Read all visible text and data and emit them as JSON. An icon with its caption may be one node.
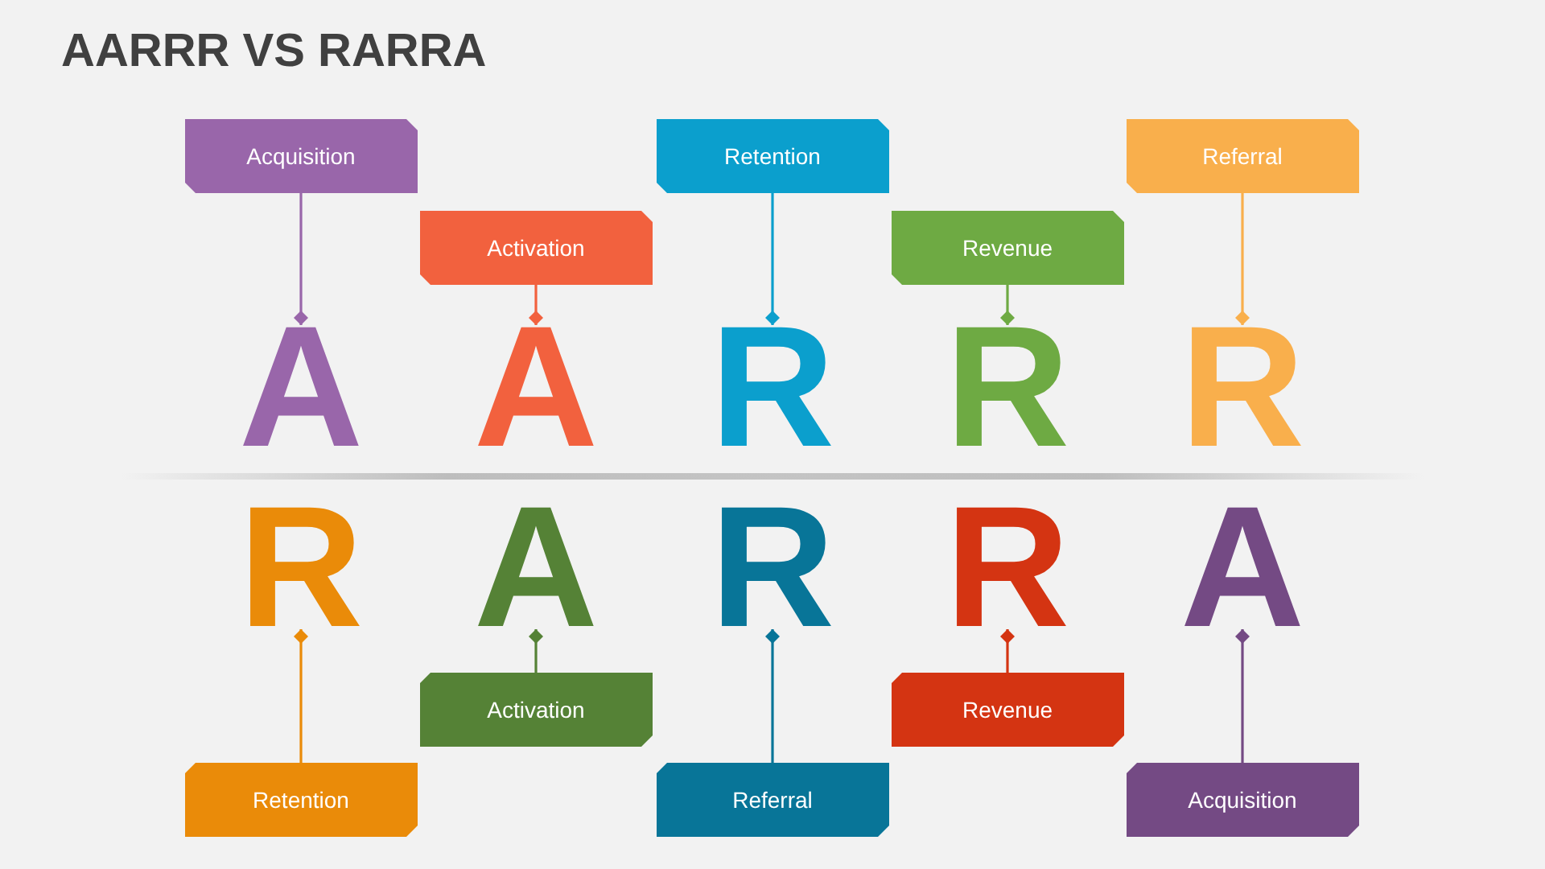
{
  "diagram": {
    "title": "AARRR VS RARRA",
    "nodes": [
      {
        "text": [
          "Acquisition"
        ]
      },
      {
        "text": [
          "Activation"
        ]
      },
      {
        "text": [
          "Retention"
        ]
      },
      {
        "text": [
          "Revenue"
        ]
      },
      {
        "text": [
          "Referral"
        ]
      },
      {
        "text": [
          "A"
        ]
      },
      {
        "text": [
          "A"
        ]
      },
      {
        "text": [
          "R"
        ]
      },
      {
        "text": [
          "R"
        ]
      },
      {
        "text": [
          "R"
        ]
      },
      {
        "text": [
          "R"
        ]
      },
      {
        "text": [
          "A"
        ]
      },
      {
        "text": [
          "R"
        ]
      },
      {
        "text": [
          "R"
        ]
      },
      {
        "text": [
          "A"
        ]
      },
      {
        "text": [
          "Retention"
        ]
      },
      {
        "text": [
          "Activation"
        ]
      },
      {
        "text": [
          "Referral"
        ]
      },
      {
        "text": [
          "Revenue"
        ]
      },
      {
        "text": [
          "Acquisition"
        ]
      }
    ],
    "edges": [
      {
        "from": 0,
        "to": 5,
        "arrow": "other",
        "color": "#9966aa"
      },
      {
        "from": 1,
        "to": 6,
        "arrow": "other",
        "color": "#f2613e"
      },
      {
        "from": 2,
        "to": 7,
        "arrow": "other",
        "color": "#0b9fcd"
      },
      {
        "from": 3,
        "to": 8,
        "arrow": "other",
        "color": "#6eaa43"
      },
      {
        "from": 4,
        "to": 9,
        "arrow": "other",
        "color": "#f9af4c"
      },
      {
        "from": 15,
        "to": 10,
        "arrow": "other",
        "color": "#ea8b09"
      },
      {
        "from": 16,
        "to": 11,
        "arrow": "other",
        "color": "#558236"
      },
      {
        "from": 17,
        "to": 12,
        "arrow": "other",
        "color": "#087598"
      },
      {
        "from": 18,
        "to": 13,
        "arrow": "other",
        "color": "#d43412"
      },
      {
        "from": 19,
        "to": 14,
        "arrow": "other",
        "color": "#744a84"
      }
    ]
  }
}
